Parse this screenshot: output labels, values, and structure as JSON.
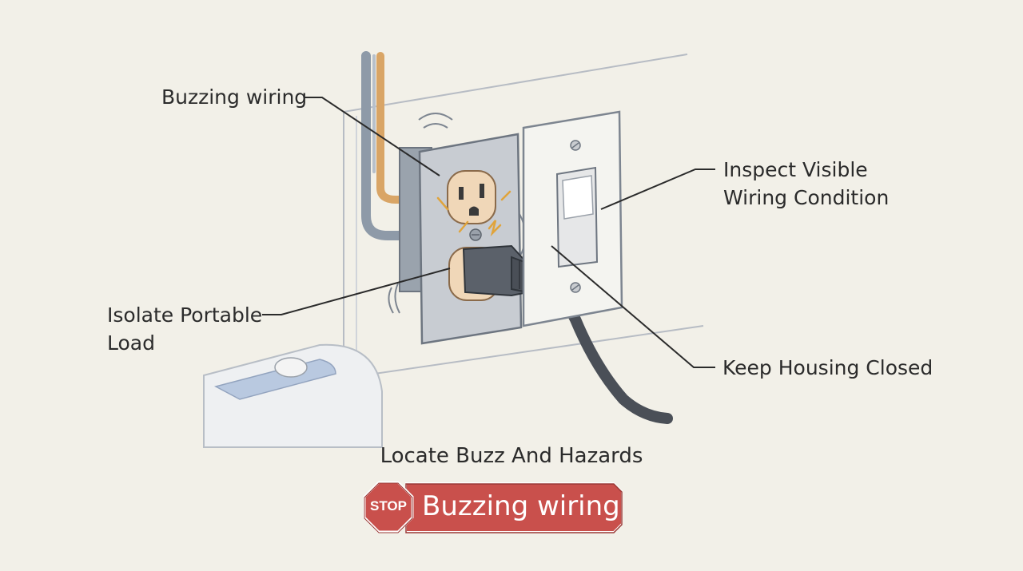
{
  "callouts": {
    "buzzing_wiring": "Buzzing wiring",
    "inspect_line1": "Inspect Visible",
    "inspect_line2": "Wiring Condition",
    "isolate_line1": "Isolate Portable",
    "isolate_line2": "Load",
    "keep_closed": "Keep Housing Closed"
  },
  "caption": "Locate Buzz And Hazards",
  "banner": {
    "stop_text": "STOP",
    "label": "Buzzing wiring"
  },
  "colors": {
    "background": "#f2f0e8",
    "banner_red": "#c9504c",
    "outlet_plate": "#c8ccd2",
    "receptacle": "#f0d7b8",
    "conduit_copper": "#d9a566",
    "cord": "#4a4f57"
  },
  "icons": {
    "stop_sign": "stop-sign-icon",
    "outlet": "outlet-icon",
    "switch": "switch-icon",
    "plug": "plug-icon"
  }
}
